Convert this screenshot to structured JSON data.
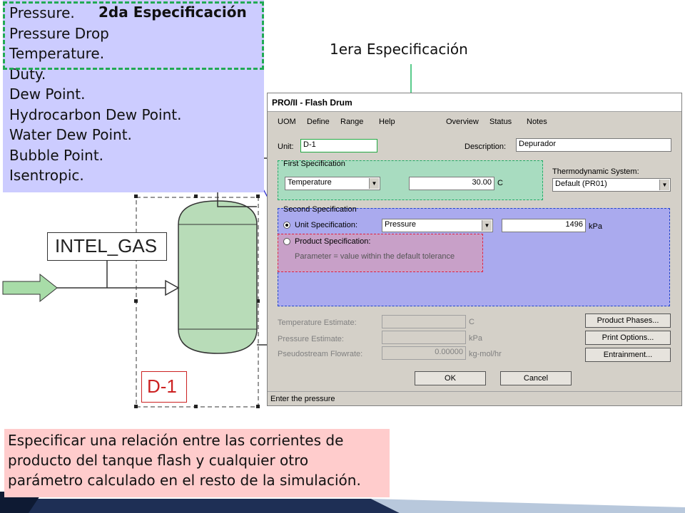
{
  "left_panel": {
    "items": [
      "Pressure.",
      "Pressure Drop",
      "Temperature.",
      "Duty.",
      "Dew Point.",
      "Hydrocarbon Dew Point.",
      "Water Dew Point.",
      "Bubble Point.",
      "Isentropic."
    ],
    "second_spec_annotation": "2da Especificación"
  },
  "first_spec_annotation": "1era Especificación",
  "flowsheet": {
    "stream_label": "INTEL_GAS",
    "unit_label": "D-1"
  },
  "dialog": {
    "title": "PRO/II - Flash Drum",
    "menu": [
      "UOM",
      "Define",
      "Range",
      "Help",
      "Overview",
      "Status",
      "Notes"
    ],
    "unit_label": "Unit:",
    "unit_value": "D-1",
    "description_label": "Description:",
    "description_value": "Depurador",
    "first_spec": {
      "title": "First Specification",
      "parameter": "Temperature",
      "value": "30.00",
      "units": "C"
    },
    "thermo": {
      "label": "Thermodynamic System:",
      "value": "Default (PR01)"
    },
    "second_spec": {
      "title": "Second Specification",
      "unit_spec_label": "Unit Specification:",
      "parameter": "Pressure",
      "value": "1496",
      "units": "kPa",
      "product_spec_label": "Product Specification:",
      "product_spec_text": "Parameter  =  value within the default tolerance"
    },
    "estimates": {
      "temperature_label": "Temperature Estimate:",
      "temperature_units": "C",
      "pressure_label": "Pressure Estimate:",
      "pressure_units": "kPa",
      "pseudostream_label": "Pseudostream Flowrate:",
      "pseudostream_value": "0.00000",
      "pseudostream_units": "kg-mol/hr"
    },
    "buttons": {
      "product_phases": "Product Phases...",
      "print_options": "Print Options...",
      "entrainment": "Entrainment...",
      "ok": "OK",
      "cancel": "Cancel"
    },
    "status_text": "Enter the pressure"
  },
  "bottom_note": [
    "Especificar una relación entre las corrientes de",
    "producto del tanque flash y cualquier otro",
    "parámetro calculado en el resto de la simulación."
  ],
  "colors": {
    "spec_list_bg": "#ccccff",
    "spec_highlight": "#22aa55",
    "first_spec_fill": "#a8dcc0",
    "second_spec_fill": "#aaaaee",
    "product_spec_fill": "#c8a0c8",
    "vessel_fill": "#b8dcb8",
    "inlet_arrow_fill": "#a8dca8",
    "note_bg": "#ffcccc",
    "unit_label_color": "#cc2222"
  }
}
